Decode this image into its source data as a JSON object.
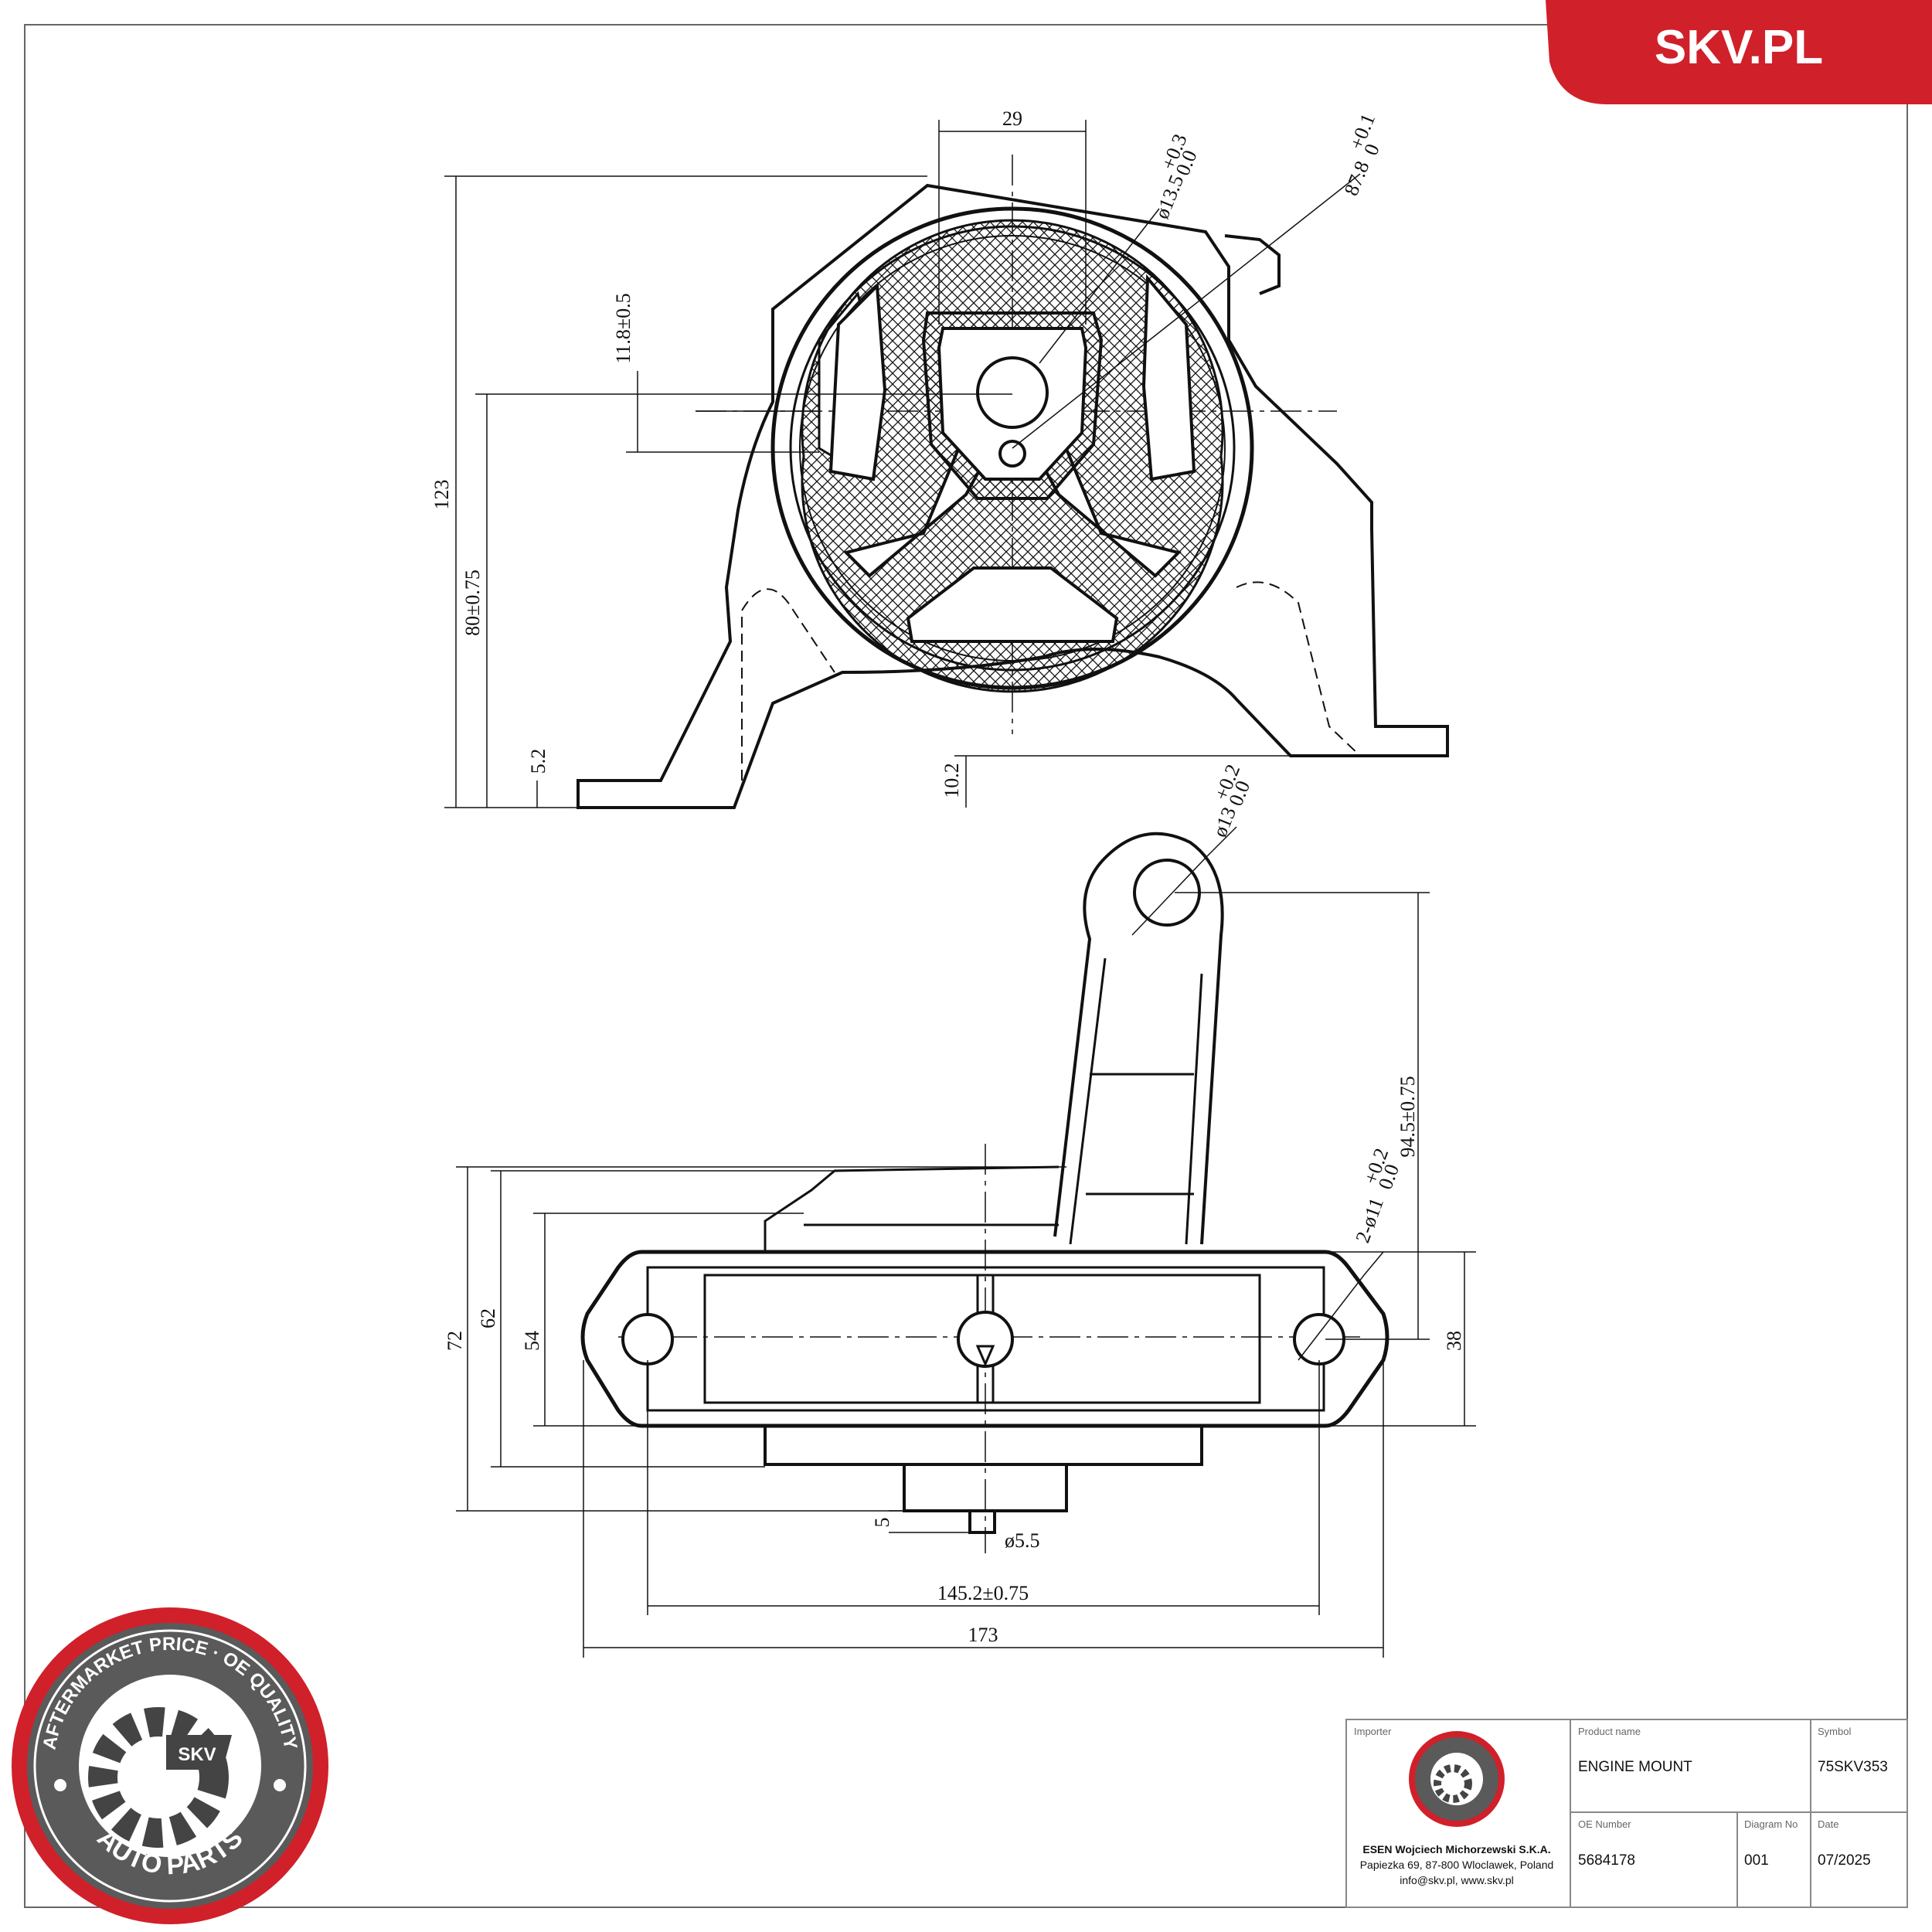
{
  "brand": {
    "site": "SKV.PL",
    "accent": "#d0202a"
  },
  "seal": {
    "ring_text": "AFTERMARKET PRICE · OE QUALITY",
    "bottom_text": "AUTO PARTS",
    "center_text": "SKV"
  },
  "front_view": {
    "width_top": "29",
    "bore": "ø13.5",
    "bore_tol_upper": "+0.3",
    "bore_tol_lower": "0.0",
    "diameter": "87.8",
    "diameter_tol_upper": "+0.1",
    "diameter_tol_lower": "0",
    "offset": "11.8±0.5",
    "total_height": "123",
    "axis_height": "80±0.75",
    "foot_thickness_left": "5.2",
    "foot_thickness_right": "10.2"
  },
  "top_view": {
    "eye_hole": "ø13",
    "eye_hole_tol_upper": "+0.2",
    "eye_hole_tol_lower": "0.0",
    "arm_reach": "94.5±0.75",
    "mount_holes": "2-ø11",
    "mount_holes_tol_upper": "+0.2",
    "mount_holes_tol_lower": "0.0",
    "dim_72": "72",
    "dim_62": "62",
    "dim_54": "54",
    "dim_38": "38",
    "pin_length": "5",
    "pin_diameter": "ø5.5",
    "hole_spacing": "145.2±0.75",
    "overall_length": "173"
  },
  "title_block": {
    "importer_label": "Importer",
    "importer_name": "ESEN Wojciech Michorzewski S.K.A.",
    "importer_address": "Papiezka 69, 87-800 Wloclawek, Poland",
    "importer_contact": "info@skv.pl, www.skv.pl",
    "product_label": "Product name",
    "product_value": "ENGINE MOUNT",
    "symbol_label": "Symbol",
    "symbol_value": "75SKV353",
    "oe_label": "OE Number",
    "oe_value": "5684178",
    "diagram_label": "Diagram No",
    "diagram_value": "001",
    "date_label": "Date",
    "date_value": "07/2025"
  }
}
